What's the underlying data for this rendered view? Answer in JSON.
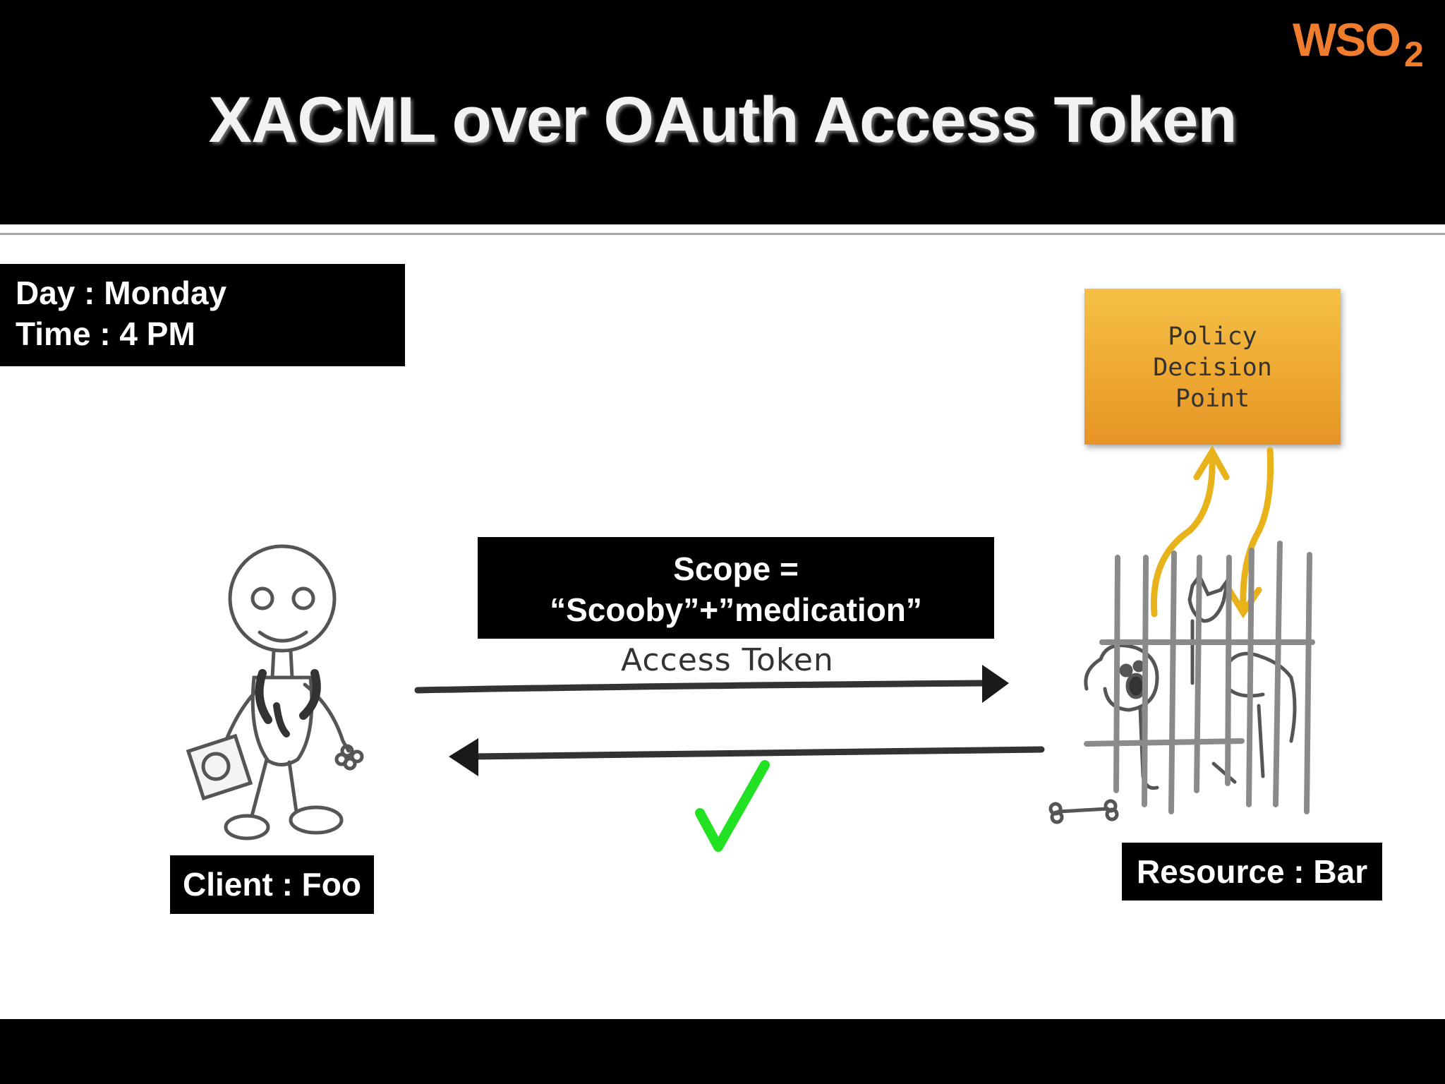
{
  "slide": {
    "title": "XACML over OAuth Access Token",
    "logo": {
      "text": "WSO",
      "subscript": "2",
      "color": "#f07d2d"
    }
  },
  "context": {
    "day": "Day : Monday",
    "time": "Time : 4 PM"
  },
  "scope": {
    "line1": "Scope =",
    "line2": "“Scooby”+”medication”"
  },
  "flow": {
    "request_label": "Access Token",
    "response_icon": "check-mark-icon",
    "check_color": "#22e022"
  },
  "pdp": {
    "label": "Policy\nDecision\nPoint",
    "color": "#eda630",
    "arrow_color": "#e8b21a"
  },
  "client": {
    "label": "Client : Foo",
    "icon": "stick-figure-icon"
  },
  "resource": {
    "label": "Resource : Bar",
    "icon": "caged-dogs-icon"
  }
}
